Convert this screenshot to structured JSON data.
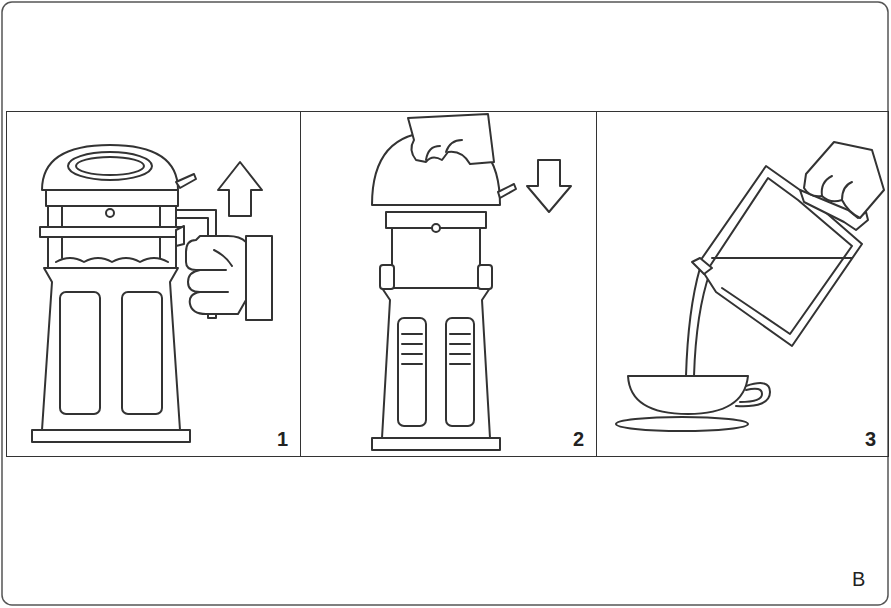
{
  "diagram": {
    "nodes": [
      {
        "text": [
          "1"
        ]
      },
      {
        "text": [
          "2"
        ]
      },
      {
        "text": [
          "3"
        ]
      }
    ],
    "labels": [
      "B"
    ]
  }
}
